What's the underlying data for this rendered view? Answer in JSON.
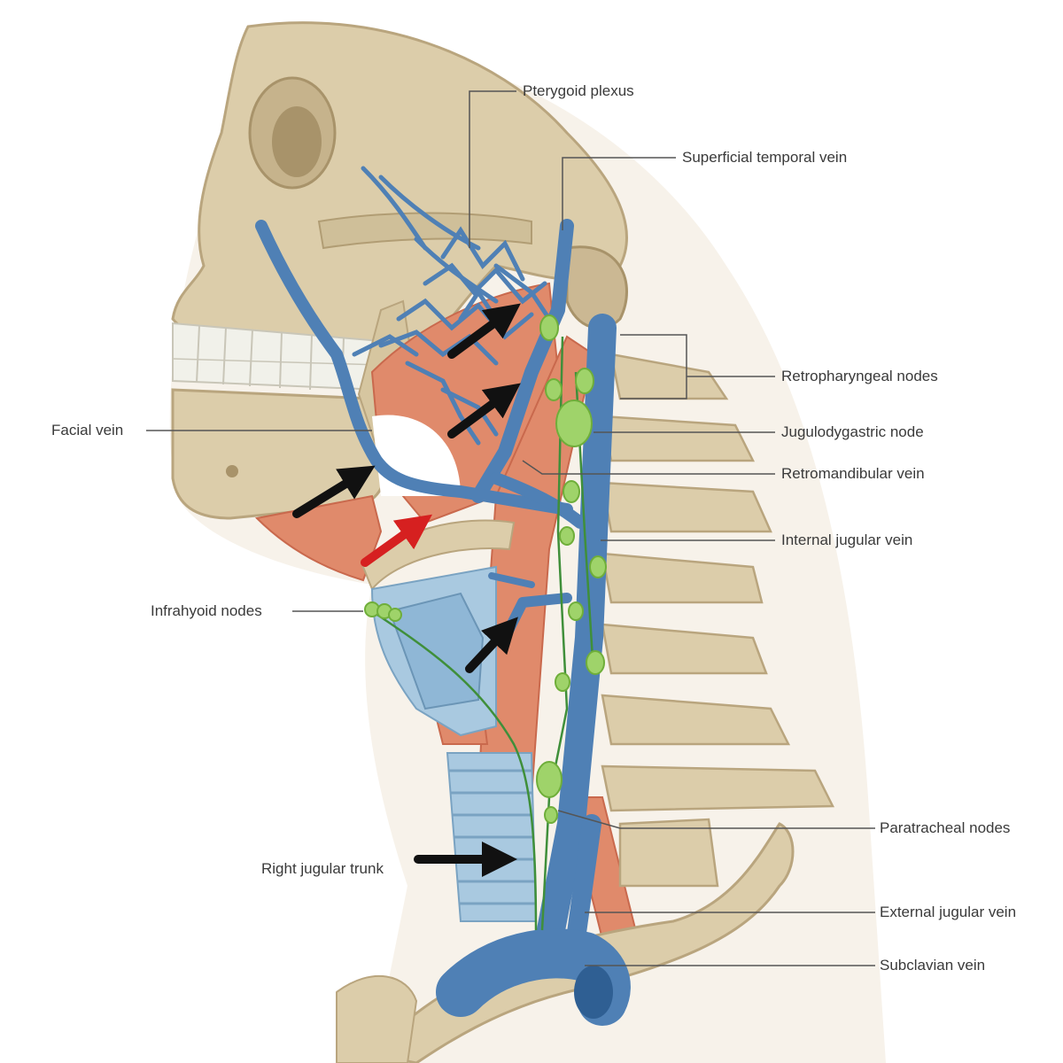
{
  "labels": {
    "pterygoid_plexus": "Pterygoid plexus",
    "superficial_temporal_vein": "Superficial temporal vein",
    "retropharyngeal_nodes": "Retropharyngeal nodes",
    "jugulodygastric_node": "Jugulodygastric node",
    "retromandibular_vein": "Retromandibular vein",
    "internal_jugular_vein": "Internal jugular vein",
    "facial_vein": "Facial vein",
    "infrahyoid_nodes": "Infrahyoid nodes",
    "paratracheal_nodes": "Paratracheal nodes",
    "right_jugular_trunk": "Right jugular trunk",
    "external_jugular_vein": "External jugular vein",
    "subclavian_vein": "Subclavian vein"
  },
  "colors": {
    "bone": "#dccdaa",
    "bone_shadow": "#b9a57e",
    "vein": "#4f80b5",
    "vein_dark": "#2f5f93",
    "muscle": "#e08a6b",
    "muscle_dark": "#c9694d",
    "cartilage": "#a9c9e0",
    "lymph": "#9fd36a",
    "lymph_vessel": "#3f8f3a",
    "teeth": "#f1f1ea",
    "arrow_black": "#111111",
    "arrow_red": "#d62020",
    "leader": "#555555"
  }
}
